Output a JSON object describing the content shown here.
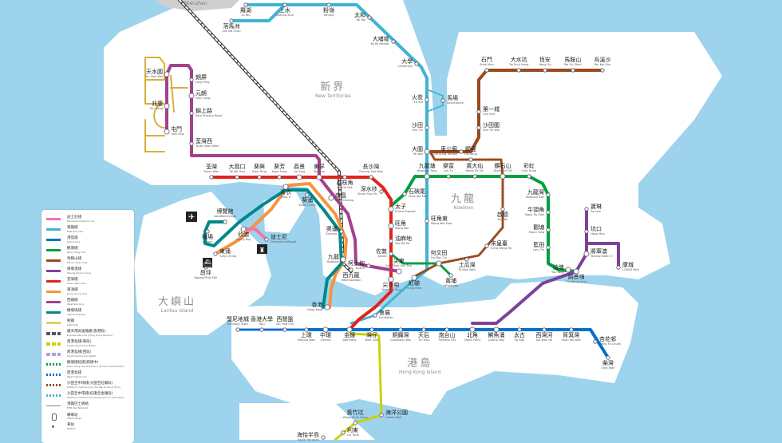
{
  "areas": {
    "new_territories": {
      "zh": "新界",
      "en": "New Territories"
    },
    "kowloon": {
      "zh": "九龍",
      "en": "Kowloon"
    },
    "lantau": {
      "zh": "大嶼山",
      "en": "Lantau Island"
    },
    "hk_island": {
      "zh": "港島",
      "en": "Hong Kong Island"
    },
    "shenzhen": {
      "en": "Shenzhen"
    }
  },
  "lines": {
    "east_rail": {
      "color": "#3fb4d3"
    },
    "ma_on_shan": {
      "color": "#9b4a1e"
    },
    "kwun_tong": {
      "color": "#00a040"
    },
    "tsuen_wan": {
      "color": "#e2231a"
    },
    "west_rail": {
      "color": "#a3418c"
    },
    "tung_chung": {
      "color": "#f7943e"
    },
    "airport_express": {
      "color": "#00888a"
    },
    "disneyland": {
      "color": "#f175ad"
    },
    "tseung_kwan_o": {
      "color": "#7d4199"
    },
    "island": {
      "color": "#0071ce"
    },
    "south_island": {
      "color": "#c9d200"
    },
    "light_rail": {
      "color": "#d8b03a"
    },
    "express_rail": {
      "color": "#555555"
    }
  },
  "stations": [
    {
      "id": "lowu",
      "zh": "羅湖",
      "en": "Lo Wu"
    },
    {
      "id": "lmc",
      "zh": "落馬洲",
      "en": "Lok Ma Chau"
    },
    {
      "id": "ss",
      "zh": "上水",
      "en": "Sheung Shui"
    },
    {
      "id": "fl",
      "zh": "粉嶺",
      "en": "Fanling"
    },
    {
      "id": "tw",
      "zh": "太和",
      "en": "Tai Wo"
    },
    {
      "id": "tpm",
      "zh": "大埔墟",
      "en": "Tai Po Market"
    },
    {
      "id": "uni",
      "zh": "大學",
      "en": "University"
    },
    {
      "id": "rc",
      "zh": "馬場",
      "en": "Racecourse"
    },
    {
      "id": "ft",
      "zh": "火炭",
      "en": "Fo Tan"
    },
    {
      "id": "st",
      "zh": "沙田",
      "en": "Sha Tin"
    },
    {
      "id": "twai",
      "zh": "大圍",
      "en": "Tai Wai"
    },
    {
      "id": "klt",
      "zh": "九龍塘",
      "en": "Kowloon Tong"
    },
    {
      "id": "mke",
      "zh": "旺角東",
      "en": "Mong Kok East"
    },
    {
      "id": "hh",
      "zh": "紅磡",
      "en": "Hung Hom"
    },
    {
      "id": "sm",
      "zh": "石門",
      "en": "Shek Mun"
    },
    {
      "id": "tsh",
      "zh": "大水坑",
      "en": "Tai Shui Hang"
    },
    {
      "id": "ho",
      "zh": "恆安",
      "en": "Heng On"
    },
    {
      "id": "mos",
      "zh": "馬鞍山",
      "en": "Ma On Shan"
    },
    {
      "id": "wks",
      "zh": "烏溪沙",
      "en": "Wu Kai Sha"
    },
    {
      "id": "c1",
      "zh": "第一城",
      "en": "City One"
    },
    {
      "id": "stw",
      "zh": "沙田圍",
      "en": "Sha Tin Wai"
    },
    {
      "id": "ckt",
      "zh": "車公廟",
      "en": "Che Kung Temple"
    },
    {
      "id": "hk",
      "zh": "顯徑",
      "en": "Hin Keng"
    },
    {
      "id": "skm",
      "zh": "石硤尾",
      "en": "Shek Kip Mei"
    },
    {
      "id": "lf",
      "zh": "樂富",
      "en": "Lok Fu"
    },
    {
      "id": "wts",
      "zh": "黃大仙",
      "en": "Wong Tai Sin"
    },
    {
      "id": "dh",
      "zh": "鑽石山",
      "en": "Diamond Hill"
    },
    {
      "id": "ch",
      "zh": "彩虹",
      "en": "Choi Hung"
    },
    {
      "id": "kb",
      "zh": "九龍灣",
      "en": "Kowloon Bay"
    },
    {
      "id": "ntk",
      "zh": "牛頭角",
      "en": "Ngau Tau Kok"
    },
    {
      "id": "kt",
      "zh": "觀塘",
      "en": "Kwun Tong"
    },
    {
      "id": "lt",
      "zh": "藍田",
      "en": "Lam Tin"
    },
    {
      "id": "yt",
      "zh": "油塘",
      "en": "Yau Tong"
    },
    {
      "id": "pe",
      "zh": "太子",
      "en": "Prince Edward"
    },
    {
      "id": "mk",
      "zh": "旺角",
      "en": "Mong Kok"
    },
    {
      "id": "ymt",
      "zh": "油麻地",
      "en": "Yau Ma Tei"
    },
    {
      "id": "hmt",
      "zh": "何文田",
      "en": "Ho Man Tin"
    },
    {
      "id": "wp",
      "zh": "黃埔",
      "en": "Whampoa"
    },
    {
      "id": "kc",
      "zh": "啟德",
      "en": "Kai Tak"
    },
    {
      "id": "skw",
      "zh": "宋皇臺",
      "en": "Sung Wong Toi"
    },
    {
      "id": "tkw",
      "zh": "土瓜灣",
      "en": "To Kwa Wan"
    },
    {
      "id": "tsw",
      "zh": "荃灣",
      "en": "Tsuen Wan"
    },
    {
      "id": "twh",
      "zh": "大窩口",
      "en": "Tai Wo Hau"
    },
    {
      "id": "kh",
      "zh": "葵興",
      "en": "Kwai Hing"
    },
    {
      "id": "kf",
      "zh": "葵芳",
      "en": "Kwai Fong"
    },
    {
      "id": "lk",
      "zh": "荔景",
      "en": "Lai King"
    },
    {
      "id": "mf",
      "zh": "美孚",
      "en": "Mei Foo"
    },
    {
      "id": "lck",
      "zh": "荔枝角",
      "en": "Lai Chi Kok"
    },
    {
      "id": "csw",
      "zh": "長沙灣",
      "en": "Cheung Sha Wan"
    },
    {
      "id": "ssp",
      "zh": "深水埗",
      "en": "Sham Shui Po"
    },
    {
      "id": "jd",
      "zh": "佐敦",
      "en": "Jordan"
    },
    {
      "id": "tst",
      "zh": "尖沙咀",
      "en": "Tsim Sha Tsui"
    },
    {
      "id": "tsui",
      "zh": "尖東",
      "en": "East Tsim Sha Tsui"
    },
    {
      "id": "aus",
      "zh": "柯士甸",
      "en": "Austin"
    },
    {
      "id": "tin",
      "zh": "天水圍",
      "en": "Tin Shui Wai"
    },
    {
      "id": "sh",
      "zh": "兆康",
      "en": "Siu Hong"
    },
    {
      "id": "tm",
      "zh": "屯門",
      "en": "Tuen Mun"
    },
    {
      "id": "lp",
      "zh": "朗屏",
      "en": "Long Ping"
    },
    {
      "id": "yl",
      "zh": "元朗",
      "en": "Yuen Long"
    },
    {
      "id": "ksr",
      "zh": "錦上路",
      "en": "Kam Sheung Road"
    },
    {
      "id": "tww",
      "zh": "荃灣西",
      "en": "Tsuen Wan West"
    },
    {
      "id": "nc",
      "zh": "南昌",
      "en": "Nam Cheong"
    },
    {
      "id": "tc",
      "zh": "東涌",
      "en": "Tung Chung"
    },
    {
      "id": "sb",
      "zh": "欣澳",
      "en": "Sunny Bay"
    },
    {
      "id": "ty",
      "zh": "青衣",
      "en": "Tsing Yi"
    },
    {
      "id": "kwc",
      "zh": "葵涌",
      "en": "Kwai Chung"
    },
    {
      "id": "oly",
      "zh": "奧運",
      "en": "Olympic"
    },
    {
      "id": "kln",
      "zh": "九龍",
      "en": "Kowloon"
    },
    {
      "id": "wk",
      "zh": "西九龍",
      "en": "West Kowloon"
    },
    {
      "id": "hkst",
      "zh": "香港",
      "en": "Hong Kong"
    },
    {
      "id": "apt",
      "zh": "機場",
      "en": "Airport"
    },
    {
      "id": "awe",
      "zh": "博覽館",
      "en": "AsiaWorld-Expo"
    },
    {
      "id": "dis",
      "zh": "迪士尼",
      "en": "Disneyland Resort"
    },
    {
      "id": "ngp",
      "zh": "昂坪",
      "en": "Ngong Ping 360"
    },
    {
      "id": "pl",
      "zh": "寶琳",
      "en": "Po Lam"
    },
    {
      "id": "hha",
      "zh": "坑口",
      "en": "Hang Hau"
    },
    {
      "id": "tko",
      "zh": "將軍澳",
      "en": "Tseung Kwan O"
    },
    {
      "id": "tkl",
      "zh": "調景嶺",
      "en": "Tiu Keng Leng"
    },
    {
      "id": "loh",
      "zh": "康城",
      "en": "LOHAS Park"
    },
    {
      "id": "ktn",
      "zh": "堅尼地城",
      "en": "Kennedy Town"
    },
    {
      "id": "hku",
      "zh": "香港大學",
      "en": "HKU"
    },
    {
      "id": "syp",
      "zh": "西營盤",
      "en": "Sai Ying Pun"
    },
    {
      "id": "sw",
      "zh": "上環",
      "en": "Sheung Wan"
    },
    {
      "id": "cen",
      "zh": "中環",
      "en": "Central"
    },
    {
      "id": "adm",
      "zh": "金鐘",
      "en": "Admiralty"
    },
    {
      "id": "wc",
      "zh": "灣仔",
      "en": "Wan Chai"
    },
    {
      "id": "exh",
      "zh": "會展",
      "en": "Exhibition"
    },
    {
      "id": "cwb",
      "zh": "銅鑼灣",
      "en": "Causeway Bay"
    },
    {
      "id": "th",
      "zh": "天后",
      "en": "Tin Hau"
    },
    {
      "id": "fh",
      "zh": "炮台山",
      "en": "Fortress Hill"
    },
    {
      "id": "np",
      "zh": "北角",
      "en": "North Point"
    },
    {
      "id": "qb",
      "zh": "鰂魚涌",
      "en": "Quarry Bay"
    },
    {
      "id": "tk",
      "zh": "太古",
      "en": "Tai Koo"
    },
    {
      "id": "swh",
      "zh": "西灣河",
      "en": "Sai Wan Ho"
    },
    {
      "id": "skwan",
      "zh": "筲箕灣",
      "en": "Shau Kei Wan"
    },
    {
      "id": "hfc",
      "zh": "杏花邨",
      "en": "Heng Fa Chuen"
    },
    {
      "id": "cw",
      "zh": "柴灣",
      "en": "Chai Wan"
    },
    {
      "id": "op",
      "zh": "海洋公園",
      "en": "Ocean Park"
    },
    {
      "id": "wch",
      "zh": "黃竹坑",
      "en": "Wong Chuk Hang"
    },
    {
      "id": "lei",
      "zh": "利東",
      "en": "Lei Tung"
    },
    {
      "id": "shz",
      "zh": "海怡半島",
      "en": "South Horizons"
    }
  ],
  "legend": [
    {
      "zh": "迪士尼綫",
      "en": "Disneyland Resort Line",
      "color": "#f175ad",
      "style": "solid"
    },
    {
      "zh": "東鐵綫",
      "en": "East Rail Line",
      "color": "#3fb4d3",
      "style": "solid"
    },
    {
      "zh": "港島綫",
      "en": "Island Line",
      "color": "#0071ce",
      "style": "solid"
    },
    {
      "zh": "觀塘綫",
      "en": "Kwun Tong Line",
      "color": "#00a040",
      "style": "solid"
    },
    {
      "zh": "馬鞍山綫",
      "en": "Ma On Shan Line",
      "color": "#9b4a1e",
      "style": "solid"
    },
    {
      "zh": "將軍澳綫",
      "en": "Tseung Kwan O Line",
      "color": "#7d4199",
      "style": "solid"
    },
    {
      "zh": "荃灣綫",
      "en": "Tsuen Wan Line",
      "color": "#e2231a",
      "style": "solid"
    },
    {
      "zh": "東涌綫",
      "en": "Tung Chung Line",
      "color": "#f7943e",
      "style": "solid"
    },
    {
      "zh": "西鐵綫",
      "en": "West Rail Line",
      "color": "#a3418c",
      "style": "solid"
    },
    {
      "zh": "機場快綫",
      "en": "Airport Express",
      "color": "#00888a",
      "style": "solid"
    },
    {
      "zh": "輕鐵",
      "en": "Light Rail",
      "color": "#d8d36a",
      "style": "solid"
    },
    {
      "zh": "廣深港高速鐵路(香港段)",
      "en": "Express Rail Link (Hong Kong Section)",
      "color": "#555555",
      "style": "dashed"
    },
    {
      "zh": "南港島綫(東段)",
      "en": "South Island Line (East)",
      "color": "#c9d200",
      "style": "dashed"
    },
    {
      "zh": "南港島綫(西段)",
      "en": "South Island Line (West)",
      "color": "#a9a3d6",
      "style": "dashed"
    },
    {
      "zh": "觀塘綫延綫(興建中)",
      "en": "Kwun Tong Line Extension (Under Construction)",
      "color": "#00a040",
      "style": "dotted"
    },
    {
      "zh": "西港島綫",
      "en": "West Island Line",
      "color": "#0071ce",
      "style": "dotted"
    },
    {
      "zh": "沙田至中環綫(大圍至紅磡段)",
      "en": "Shatin to Central Link (Tai Wai to Hung Hom)",
      "color": "#9b4a1e",
      "style": "dotted"
    },
    {
      "zh": "沙田至中環綫(紅磡至金鐘段)",
      "en": "Shatin to Central Link (Hung Hom to Admiralty)",
      "color": "#3fb4d3",
      "style": "dotted"
    },
    {
      "zh": "港鐵巴士網絡",
      "en": "MTR Bus Network",
      "color": "#888888",
      "style": "thin"
    },
    {
      "zh": "轉車站",
      "en": "Interchange",
      "color": "#888888",
      "style": "interchange"
    },
    {
      "zh": "車站",
      "en": "Station",
      "color": "#888888",
      "style": "dot"
    }
  ]
}
